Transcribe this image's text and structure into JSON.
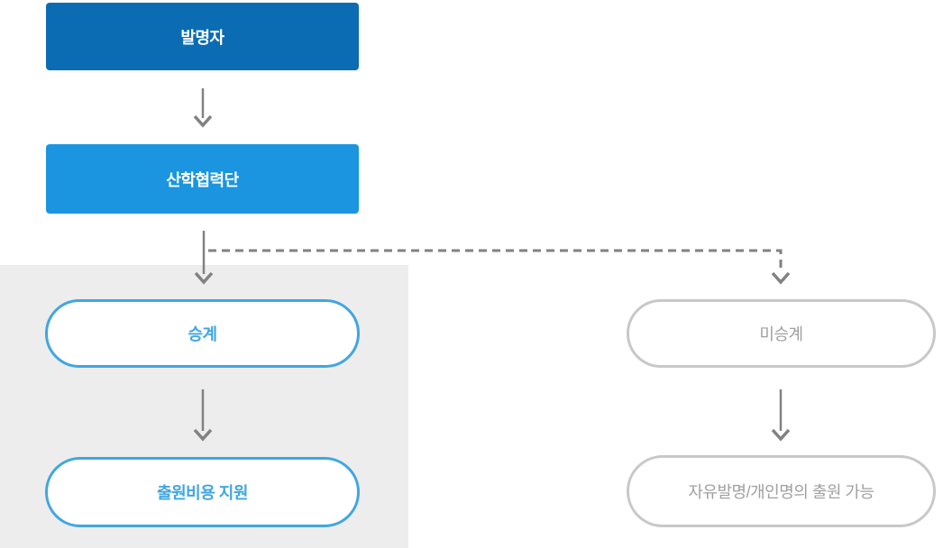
{
  "diagram": {
    "flow_top": {
      "inventor": "발명자",
      "foundation": "산학협력단"
    },
    "branch_left": {
      "succession": "승계",
      "cost_support": "출원비용 지원"
    },
    "branch_right": {
      "non_succession": "미승계",
      "free_invention": "자유발명/개인명의 출원 가능"
    }
  },
  "colors": {
    "box_inventor_bg": "#0b6cb4",
    "box_foundation_bg": "#1b95e0",
    "pill_blue": "#41a6e1",
    "pill_gray_border": "#c8c8c8",
    "pill_gray_text": "#a0a0a0",
    "arrow": "#828282",
    "panel_bg": "#ededed",
    "box_text": "#ffffff"
  }
}
